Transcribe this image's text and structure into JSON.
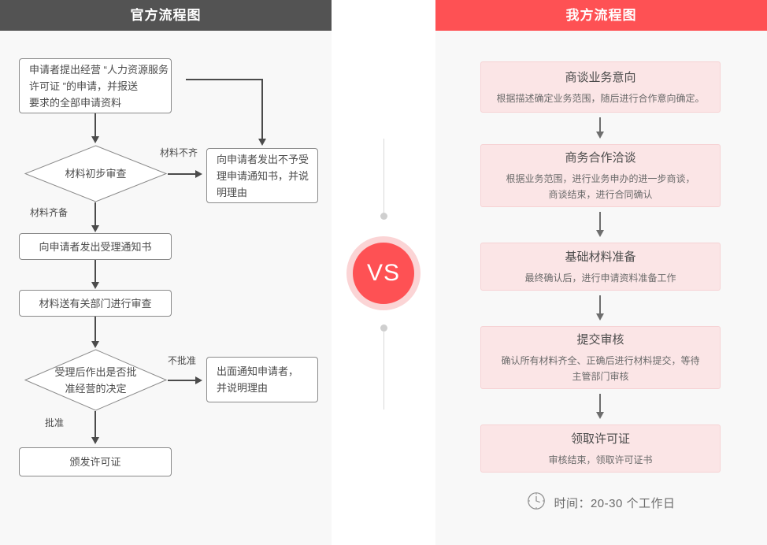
{
  "left_panel": {
    "header_title": "官方流程图",
    "header_color": "#535353",
    "nodes": {
      "apply": "申请者提出经营 “人力资源服务\n许可证 ”的申请，并报送\n要求的全部申请资料",
      "reject_notice": "向申请者发出不予受\n理申请通知书，并说\n明理由",
      "preliminary_review": "材料初步审查",
      "accept_notice": "向申请者发出受理通知书",
      "send_department": "材料送有关部门进行审查",
      "decision": "受理后作出是否批\n准经营的决定",
      "disapprove_notice": "出面通知申请者，\n并说明理由",
      "issue_license": "颁发许可证"
    },
    "edge_labels": {
      "incomplete": "材料不齐",
      "complete": "材料齐备",
      "disapproved": "不批准",
      "approved": "批准"
    }
  },
  "divider": {
    "vs_label": "VS",
    "circle_color": "#fe5154",
    "ring_color": "#fbd4d5"
  },
  "right_panel": {
    "header_title": "我方流程图",
    "header_color": "#fe5154",
    "steps": [
      {
        "title": "商谈业务意向",
        "desc": "根据描述确定业务范围，随后进行合作意向确定。"
      },
      {
        "title": "商务合作洽谈",
        "desc": "根据业务范围，进行业务申办的进一步商谈，\n商谈结束，进行合同确认"
      },
      {
        "title": "基础材料准备",
        "desc": "最终确认后，进行申请资料准备工作"
      },
      {
        "title": "提交审核",
        "desc": "确认所有材料齐全、正确后进行材料提交，等待\n主管部门审核"
      },
      {
        "title": "领取许可证",
        "desc": "审核结束，领取许可证书"
      }
    ],
    "footer": {
      "icon": "clock-icon",
      "time_text": "时间：20-30 个工作日"
    }
  }
}
